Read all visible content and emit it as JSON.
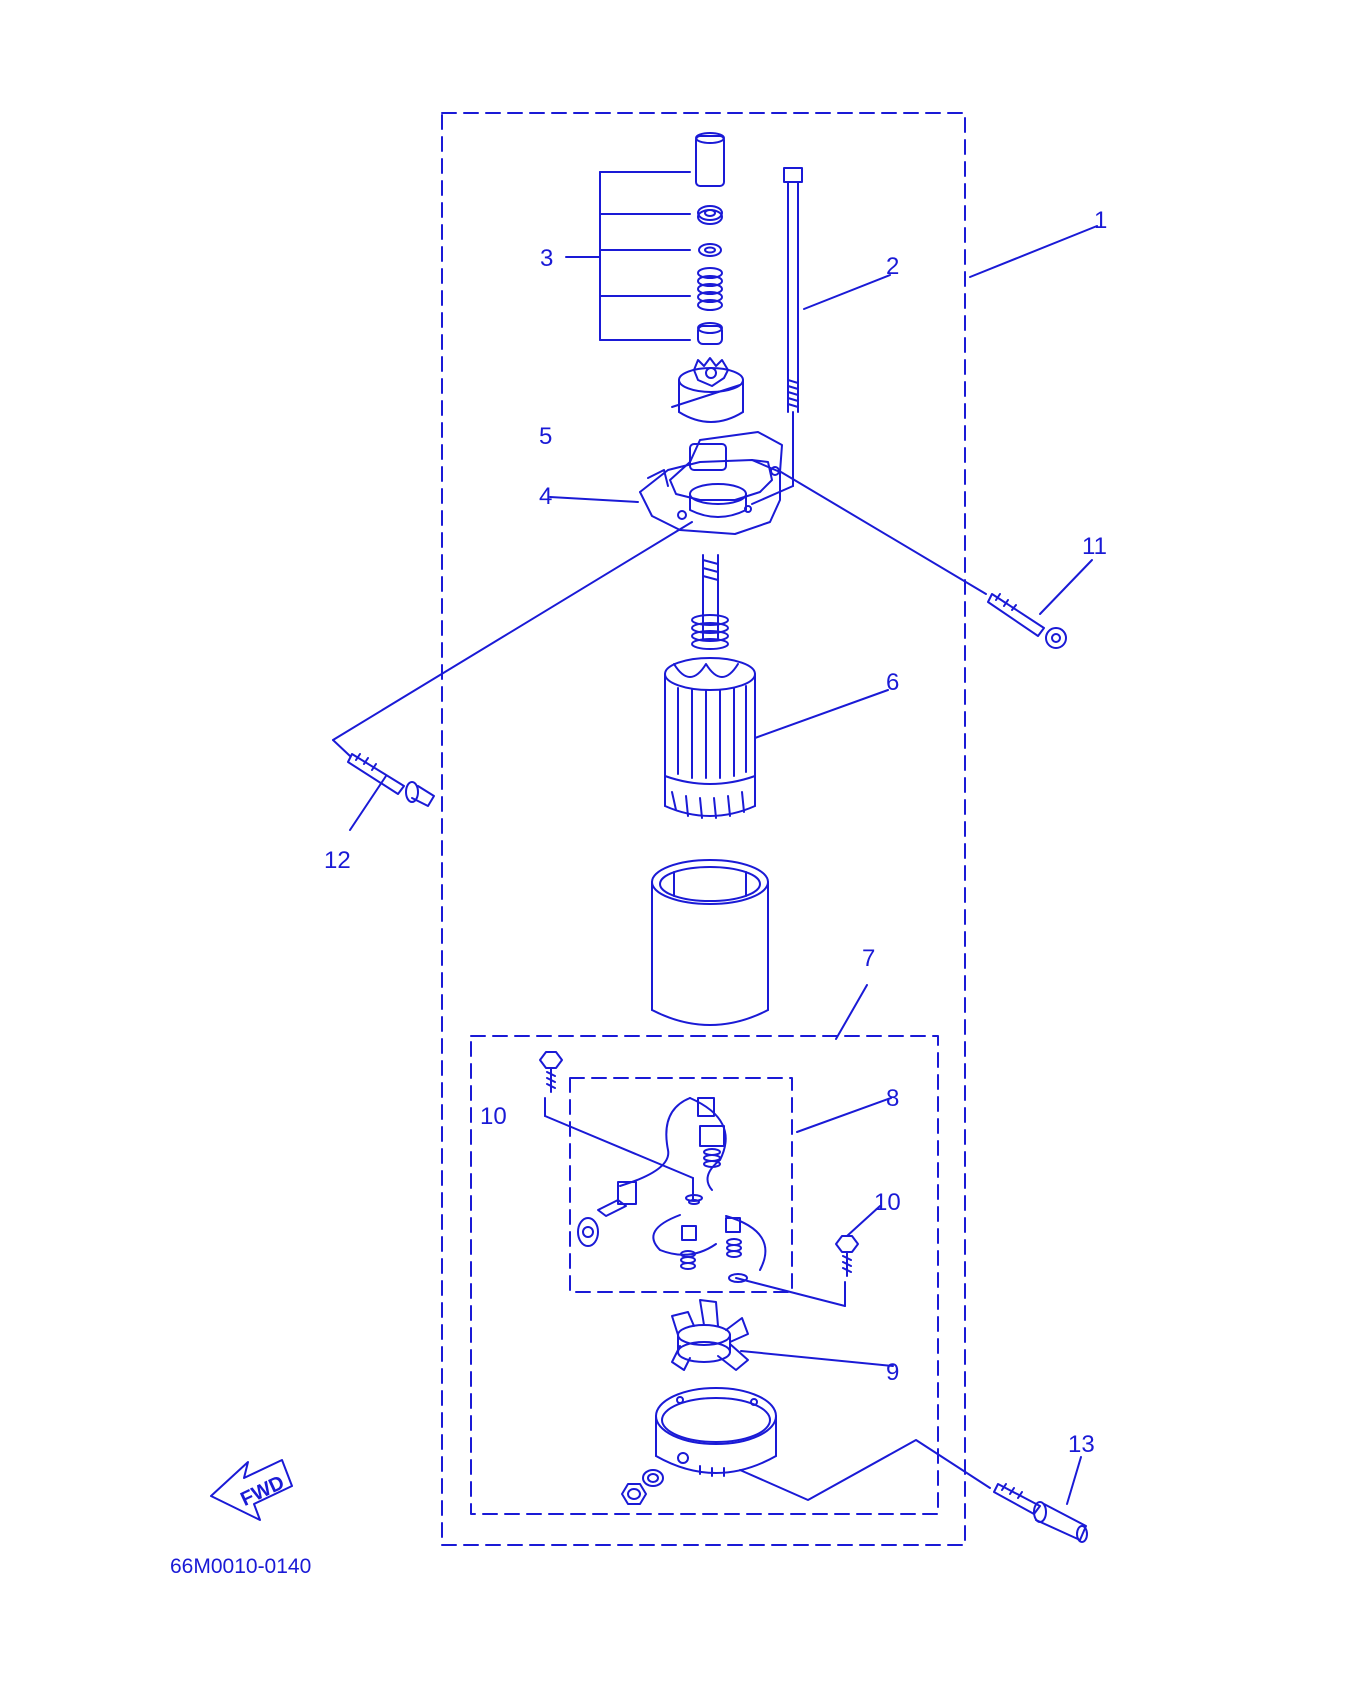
{
  "diagram": {
    "ink_color": "#1a1ad6",
    "background": "#ffffff",
    "drawing_code": "66M0010-0140",
    "fwd_arrow_label": "FWD",
    "callouts": {
      "c1": "1",
      "c2": "2",
      "c3": "3",
      "c4": "4",
      "c5": "5",
      "c6": "6",
      "c7": "7",
      "c8": "8",
      "c9": "9",
      "c10a": "10",
      "c10b": "10",
      "c11": "11",
      "c12": "12",
      "c13": "13"
    }
  }
}
